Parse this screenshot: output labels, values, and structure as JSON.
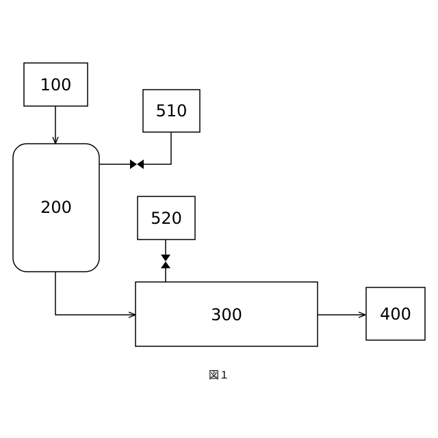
{
  "blocks": {
    "b100": "100",
    "b200": "200",
    "b300": "300",
    "b400": "400",
    "b510": "510",
    "b520": "520"
  },
  "caption": "図１"
}
